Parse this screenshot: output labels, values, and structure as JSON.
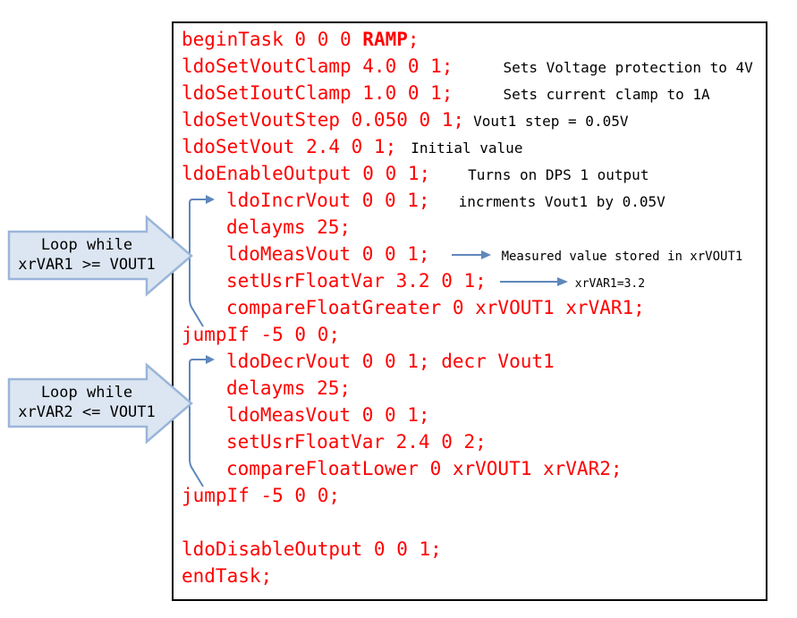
{
  "colors": {
    "code_red": "#ff0000",
    "comment_black": "#000000",
    "arrow_blue": "#5e87bc",
    "callout_fill": "#dce6f2",
    "callout_border": "#9ab5d9",
    "box_border": "#000000"
  },
  "code": {
    "lines": [
      {
        "prefix": "beginTask 0 0 0 ",
        "keyword": "RAMP",
        "suffix": ";"
      },
      {
        "code": "ldoSetVoutClamp 4.0 0 1;",
        "comment": "Sets Voltage protection to 4V"
      },
      {
        "code": "ldoSetIoutClamp 1.0 0 1;",
        "comment": "Sets current clamp to 1A"
      },
      {
        "code": "ldoSetVoutStep 0.050 0 1;",
        "comment": "Vout1 step = 0.05V"
      },
      {
        "code": "ldoSetVout 2.4 0 1;",
        "comment": "Initial value"
      },
      {
        "code": "ldoEnableOutput 0 0 1;",
        "comment": "Turns on DPS 1 output"
      },
      {
        "code": "ldoIncrVout 0 0 1;",
        "comment": "incrments Vout1 by 0.05V"
      },
      {
        "code": "delayms 25;"
      },
      {
        "code": "ldoMeasVout 0 0 1;",
        "note": "Measured value stored in xrVOUT1"
      },
      {
        "code": "setUsrFloatVar 3.2 0 1;",
        "note": "xrVAR1=3.2"
      },
      {
        "code": "compareFloatGreater 0 xrVOUT1 xrVAR1;"
      },
      {
        "code": "jumpIf -5 0 0;"
      },
      {
        "code": "ldoDecrVout 0 0 1; decr Vout1"
      },
      {
        "code": "delayms 25;"
      },
      {
        "code": "ldoMeasVout 0 0 1;"
      },
      {
        "code": "setUsrFloatVar 2.4 0 2;"
      },
      {
        "code": "compareFloatLower 0 xrVOUT1 xrVAR2;"
      },
      {
        "code": "jumpIf -5 0 0;"
      },
      {
        "code": ""
      },
      {
        "code": "ldoDisableOutput 0 0 1;"
      },
      {
        "code": "endTask;"
      }
    ]
  },
  "callouts": [
    {
      "top": "Loop while",
      "bottom": "xrVAR1 >= VOUT1"
    },
    {
      "top": "Loop while",
      "bottom": "xrVAR2 <= VOUT1"
    }
  ]
}
